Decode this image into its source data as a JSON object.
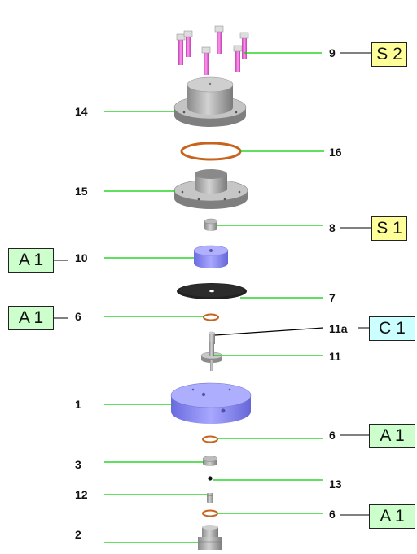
{
  "parts": {
    "p9": "9",
    "p14": "14",
    "p16": "16",
    "p15": "15",
    "p8": "8",
    "p10": "10",
    "p7": "7",
    "p6a": "6",
    "p11a": "11a",
    "p11": "11",
    "p1": "1",
    "p6b": "6",
    "p3": "3",
    "p13": "13",
    "p12": "12",
    "p6c": "6",
    "p2": "2"
  },
  "tags": {
    "s2": "S 2",
    "s1": "S 1",
    "a1_10": "A 1",
    "a1_6": "A 1",
    "c1": "C 1",
    "a1_6b": "A 1",
    "a1_6c": "A 1"
  },
  "colors": {
    "leader_green": "#00cc00",
    "leader_black": "#000000",
    "tag_s": "#ffff99",
    "tag_a": "#ccffcc",
    "tag_c": "#ccffff",
    "part_blue": "#8888ee",
    "oring": "#c8631e",
    "screw": "#e066cc",
    "steel": "#a8a8a8"
  }
}
